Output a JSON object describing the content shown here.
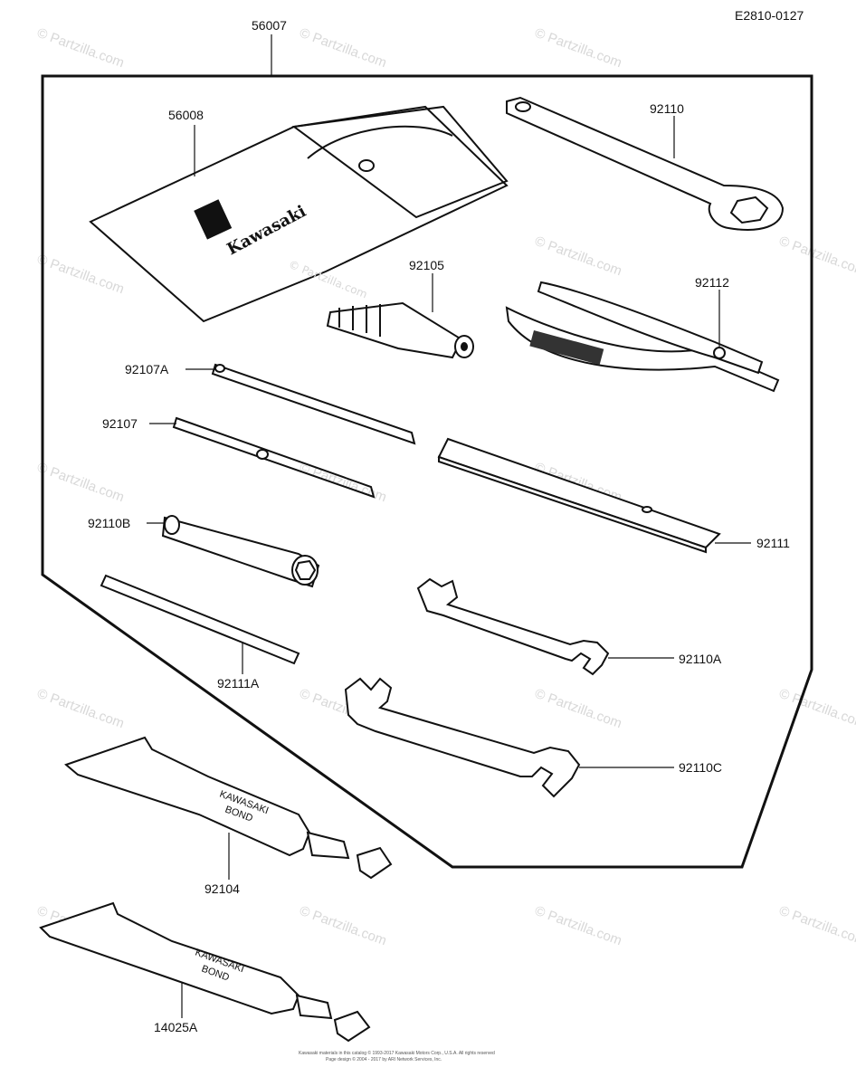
{
  "diagram": {
    "code": "E2810-0127",
    "copyright_line1": "Kawasaki materials in this catalog © 1993-2017 Kawasaki Motors Corp., U.S.A. All rights reserved",
    "copyright_line2": "Page design © 2004 - 2017 by ARI Network Services, Inc.",
    "watermark_center": "© Partzilla.com",
    "watermark_text": "© Partzilla.com"
  },
  "parts": [
    {
      "id": "56007"
    },
    {
      "id": "56008"
    },
    {
      "id": "92110"
    },
    {
      "id": "92105"
    },
    {
      "id": "92112"
    },
    {
      "id": "92107A"
    },
    {
      "id": "92107"
    },
    {
      "id": "92111"
    },
    {
      "id": "92110B"
    },
    {
      "id": "92111A"
    },
    {
      "id": "92110A"
    },
    {
      "id": "92110C"
    },
    {
      "id": "92104"
    },
    {
      "id": "14025A"
    }
  ],
  "pouch_brand": "Kawasaki",
  "tube_92104": {
    "line1": "KAWASAKI",
    "line2": "BOND"
  },
  "tube_14025A": {
    "line1": "KAWASAKI",
    "line2": "BOND"
  }
}
